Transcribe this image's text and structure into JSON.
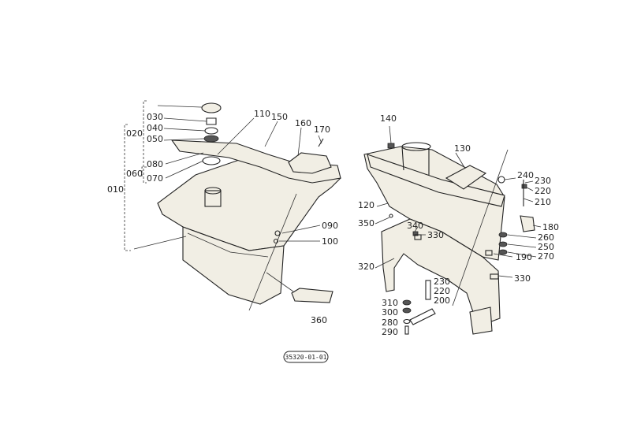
{
  "diagram_code": "35320-01-01",
  "left_assembly": {
    "labels": [
      "010",
      "020",
      "030",
      "040",
      "050",
      "060",
      "070",
      "080",
      "090",
      "100",
      "110",
      "150",
      "160",
      "170",
      "360"
    ]
  },
  "right_assembly": {
    "labels": [
      "120",
      "130",
      "140",
      "180",
      "190",
      "200",
      "210",
      "220",
      "230",
      "240",
      "250",
      "260",
      "270",
      "280",
      "290",
      "300",
      "310",
      "320",
      "330",
      "340",
      "350"
    ]
  }
}
